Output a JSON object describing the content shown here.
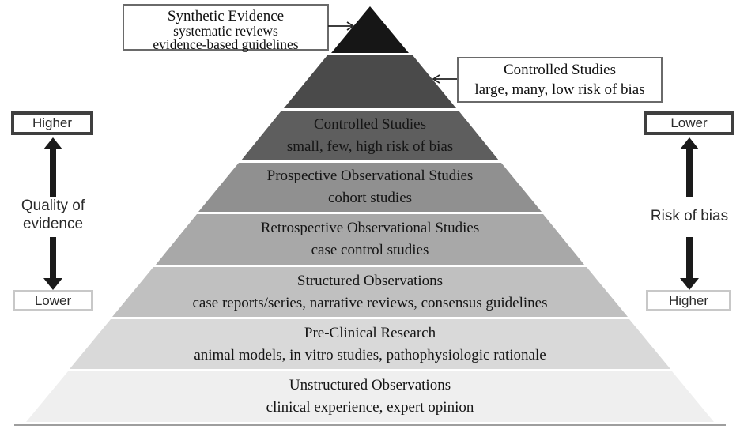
{
  "callouts": {
    "synthetic": {
      "title": "Synthetic Evidence",
      "line1": "systematic reviews",
      "line2": "evidence-based guidelines"
    },
    "controlled": {
      "title": "Controlled Studies",
      "line1": "large, many, low risk of bias"
    }
  },
  "pyramid": {
    "levels": [
      {
        "title": "",
        "subtitle": "",
        "color": "#161616"
      },
      {
        "title": "",
        "subtitle": "",
        "color": "#4a4a4a"
      },
      {
        "title": "Controlled Studies",
        "subtitle": "small, few, high risk of bias",
        "color": "#5e5e5e"
      },
      {
        "title": "Prospective Observational Studies",
        "subtitle": "cohort studies",
        "color": "#909090"
      },
      {
        "title": "Retrospective Observational Studies",
        "subtitle": "case control studies",
        "color": "#a8a8a8"
      },
      {
        "title": "Structured Observations",
        "subtitle": "case reports/series, narrative reviews, consensus guidelines",
        "color": "#c0c0c0"
      },
      {
        "title": "Pre-Clinical Research",
        "subtitle": "animal models, in vitro studies, pathophysiologic rationale",
        "color": "#d9d9d9"
      },
      {
        "title": "Unstructured Observations",
        "subtitle": "clinical experience, expert opinion",
        "color": "#efefef"
      }
    ]
  },
  "left_axis": {
    "top_box": "Higher",
    "label_line1": "Quality of",
    "label_line2": "evidence",
    "bottom_box": "Lower"
  },
  "right_axis": {
    "top_box": "Lower",
    "label": "Risk of bias",
    "bottom_box": "Higher"
  }
}
